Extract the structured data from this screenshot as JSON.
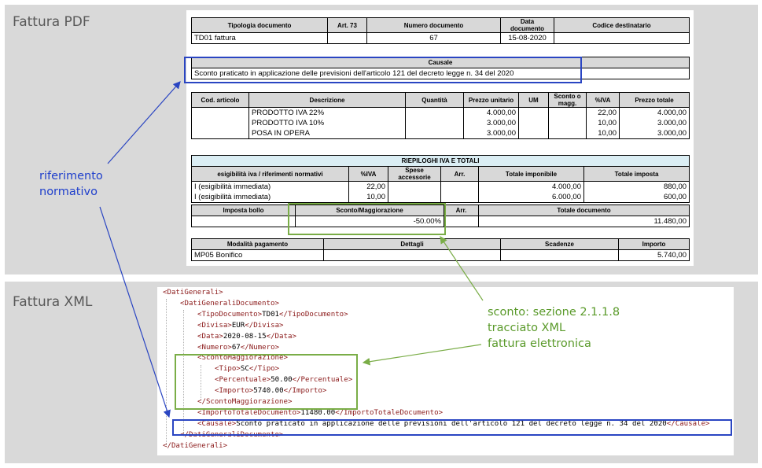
{
  "section_titles": {
    "pdf": "Fattura PDF",
    "xml": "Fattura XML"
  },
  "pdf": {
    "doc_header": {
      "columns": [
        "Tipologia documento",
        "Art. 73",
        "Numero documento",
        "Data documento",
        "Codice destinatario"
      ],
      "values": [
        "TD01 fattura",
        "",
        "67",
        "15-08-2020",
        ""
      ]
    },
    "causale": {
      "header": "Causale",
      "text": "Sconto praticato in applicazione delle previsioni dell'articolo 121 del decreto legge n. 34 del 2020"
    },
    "lines": {
      "columns": [
        "Cod. articolo",
        "Descrizione",
        "Quantità",
        "Prezzo unitario",
        "UM",
        "Sconto o magg.",
        "%IVA",
        "Prezzo totale"
      ],
      "rows": [
        [
          "",
          "PRODOTTO IVA 22%",
          "",
          "4.000,00",
          "",
          "",
          "22,00",
          "4.000,00"
        ],
        [
          "",
          "PRODOTTO IVA 10%",
          "",
          "3.000,00",
          "",
          "",
          "10,00",
          "3.000,00"
        ],
        [
          "",
          "POSA IN OPERA",
          "",
          "3.000,00",
          "",
          "",
          "10,00",
          "3.000,00"
        ]
      ]
    },
    "riepilogo": {
      "title": "RIEPILOGHI IVA E TOTALI",
      "columns": [
        "esigibilità iva / riferimenti normativi",
        "%IVA",
        "Spese accessorie",
        "Arr.",
        "Totale imponibile",
        "Totale imposta"
      ],
      "rows": [
        [
          "I (esigibilità immediata)",
          "22,00",
          "",
          "",
          "4.000,00",
          "880,00"
        ],
        [
          "I (esigibilità immediata)",
          "10,00",
          "",
          "",
          "6.000,00",
          "600,00"
        ]
      ]
    },
    "totali": {
      "columns": [
        "Imposta bollo",
        "Sconto/Maggiorazione",
        "Arr.",
        "Totale documento"
      ],
      "values": [
        "",
        "-50.00%",
        "",
        "11.480,00"
      ]
    },
    "pagamento": {
      "columns": [
        "Modalità pagamento",
        "Dettagli",
        "Scadenze",
        "Importo"
      ],
      "values": [
        "MP05 Bonifico",
        "",
        "",
        "5.740,00"
      ]
    }
  },
  "xml": {
    "lines": [
      {
        "indent": 0,
        "open": "<DatiGenerali>",
        "text": "",
        "close": ""
      },
      {
        "indent": 1,
        "open": "<DatiGeneraliDocumento>",
        "text": "",
        "close": ""
      },
      {
        "indent": 2,
        "open": "<TipoDocumento>",
        "text": "TD01",
        "close": "</TipoDocumento>"
      },
      {
        "indent": 2,
        "open": "<Divisa>",
        "text": "EUR",
        "close": "</Divisa>"
      },
      {
        "indent": 2,
        "open": "<Data>",
        "text": "2020-08-15",
        "close": "</Data>"
      },
      {
        "indent": 2,
        "open": "<Numero>",
        "text": "67",
        "close": "</Numero>"
      },
      {
        "indent": 2,
        "open": "<ScontoMaggiorazione>",
        "text": "",
        "close": ""
      },
      {
        "indent": 3,
        "open": "<Tipo>",
        "text": "SC",
        "close": "</Tipo>"
      },
      {
        "indent": 3,
        "open": "<Percentuale>",
        "text": "50.00",
        "close": "</Percentuale>"
      },
      {
        "indent": 3,
        "open": "<Importo>",
        "text": "5740.00",
        "close": "</Importo>"
      },
      {
        "indent": 2,
        "open": "</ScontoMaggiorazione>",
        "text": "",
        "close": ""
      },
      {
        "indent": 2,
        "open": "<ImportoTotaleDocumento>",
        "text": "11480.00",
        "close": "</ImportoTotaleDocumento>"
      },
      {
        "indent": 2,
        "open": "<Causale>",
        "text": "Sconto praticato in applicazione delle previsioni dell'articolo 121 del decreto legge n. 34 del 2020",
        "close": "</Causale>"
      },
      {
        "indent": 1,
        "open": "</DatiGeneraliDocumento>",
        "text": "",
        "close": ""
      },
      {
        "indent": 0,
        "open": "</DatiGenerali>",
        "text": "",
        "close": ""
      }
    ]
  },
  "annotations": {
    "riferimento": [
      "riferimento",
      "normativo"
    ],
    "sconto": [
      "sconto: sezione 2.1.1.8",
      "tracciato XML",
      "fattura elettronica"
    ]
  },
  "colors": {
    "blue_highlight": "#2a45c2",
    "green_highlight": "#7aad47",
    "xml_tag": "#8b1a1a",
    "panel_bg": "#d9d9d9",
    "header_bg": "#d8d8d8",
    "section_header_bg": "#dbeef4"
  }
}
